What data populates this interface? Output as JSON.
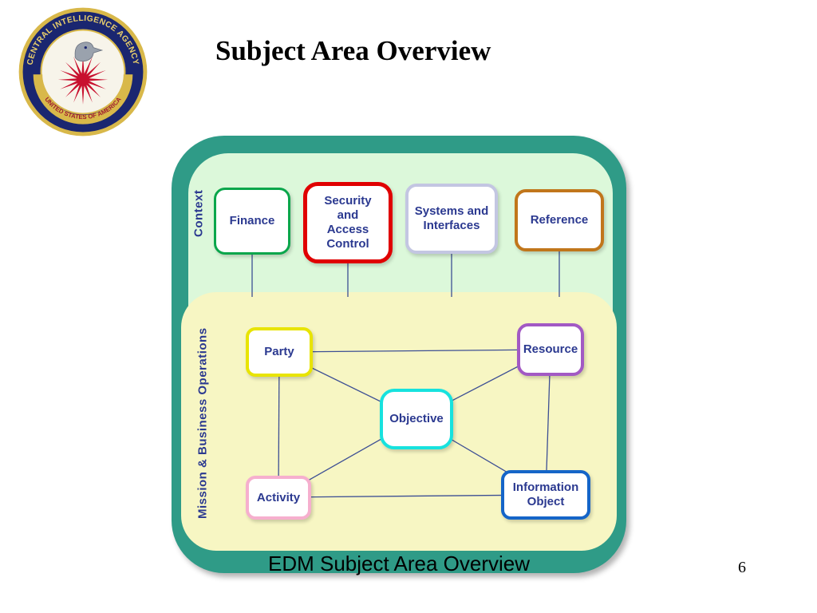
{
  "slide": {
    "title": "Subject Area Overview",
    "footer_caption": "EDM Subject Area Overview",
    "page_number": "6"
  },
  "seal": {
    "ring_text_top": "CENTRAL INTELLIGENCE AGENCY",
    "ring_text_bottom": "UNITED STATES OF AMERICA",
    "ring_color": "#1a2670",
    "gold_color": "#d8b84a",
    "star_color": "#c8102e"
  },
  "diagram": {
    "container_color": "#2f9b87",
    "text_color": "#2b3990",
    "line_color": "#3d4f94",
    "context": {
      "label": "Context",
      "background": "#dcf8da",
      "boxes": [
        {
          "label": "Finance",
          "border_color": "#0aa64b"
        },
        {
          "label": "Security\nand\nAccess\nControl",
          "border_color": "#e00000"
        },
        {
          "label": "Systems and\nInterfaces",
          "border_color": "#c3c6e2"
        },
        {
          "label": "Reference",
          "border_color": "#c1761b"
        }
      ]
    },
    "operations": {
      "label": "Mission & Business Operations",
      "background": "#f7f6c3",
      "boxes": [
        {
          "label": "Party",
          "border_color": "#e8e400"
        },
        {
          "label": "Resource",
          "border_color": "#a259c4"
        },
        {
          "label": "Objective",
          "border_color": "#17e2de"
        },
        {
          "label": "Activity",
          "border_color": "#f6afce"
        },
        {
          "label": "Information\nObject",
          "border_color": "#1565c8"
        }
      ],
      "connections": [
        [
          "Party",
          "Resource"
        ],
        [
          "Party",
          "Activity"
        ],
        [
          "Party",
          "Objective"
        ],
        [
          "Resource",
          "Objective"
        ],
        [
          "Resource",
          "Information Object"
        ],
        [
          "Activity",
          "Objective"
        ],
        [
          "Activity",
          "Information Object"
        ],
        [
          "Objective",
          "Information Object"
        ]
      ]
    }
  }
}
